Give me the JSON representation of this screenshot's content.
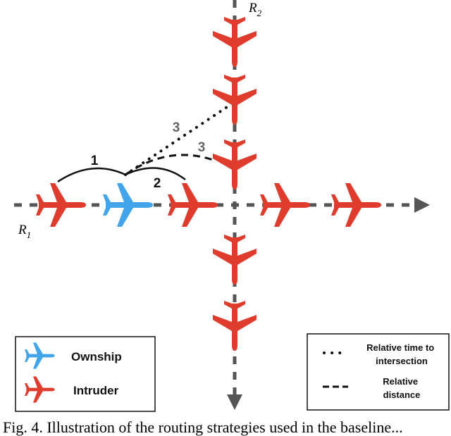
{
  "axes": {
    "r1_label": "R",
    "r1_subscript": "1",
    "r2_label": "R",
    "r2_subscript": "2"
  },
  "annotations": {
    "arc1": "1",
    "arc2": "2",
    "dotted_label": "3",
    "dashed_label": "3"
  },
  "legend_aircraft": {
    "ownship": "Ownship",
    "intruder": "Intruder"
  },
  "legend_lines": {
    "dotted": [
      "Relative time to",
      "intersection"
    ],
    "dashed": [
      "Relative",
      "distance"
    ]
  },
  "caption": "Fig. 4. Illustration of the routing strategies used in the baseline...",
  "colors": {
    "intruder": "#e03c2d",
    "ownship": "#42a5ec",
    "axis": "#555555",
    "label_gray": "#666666"
  },
  "icons": {
    "aircraft": "airplane-icon"
  }
}
